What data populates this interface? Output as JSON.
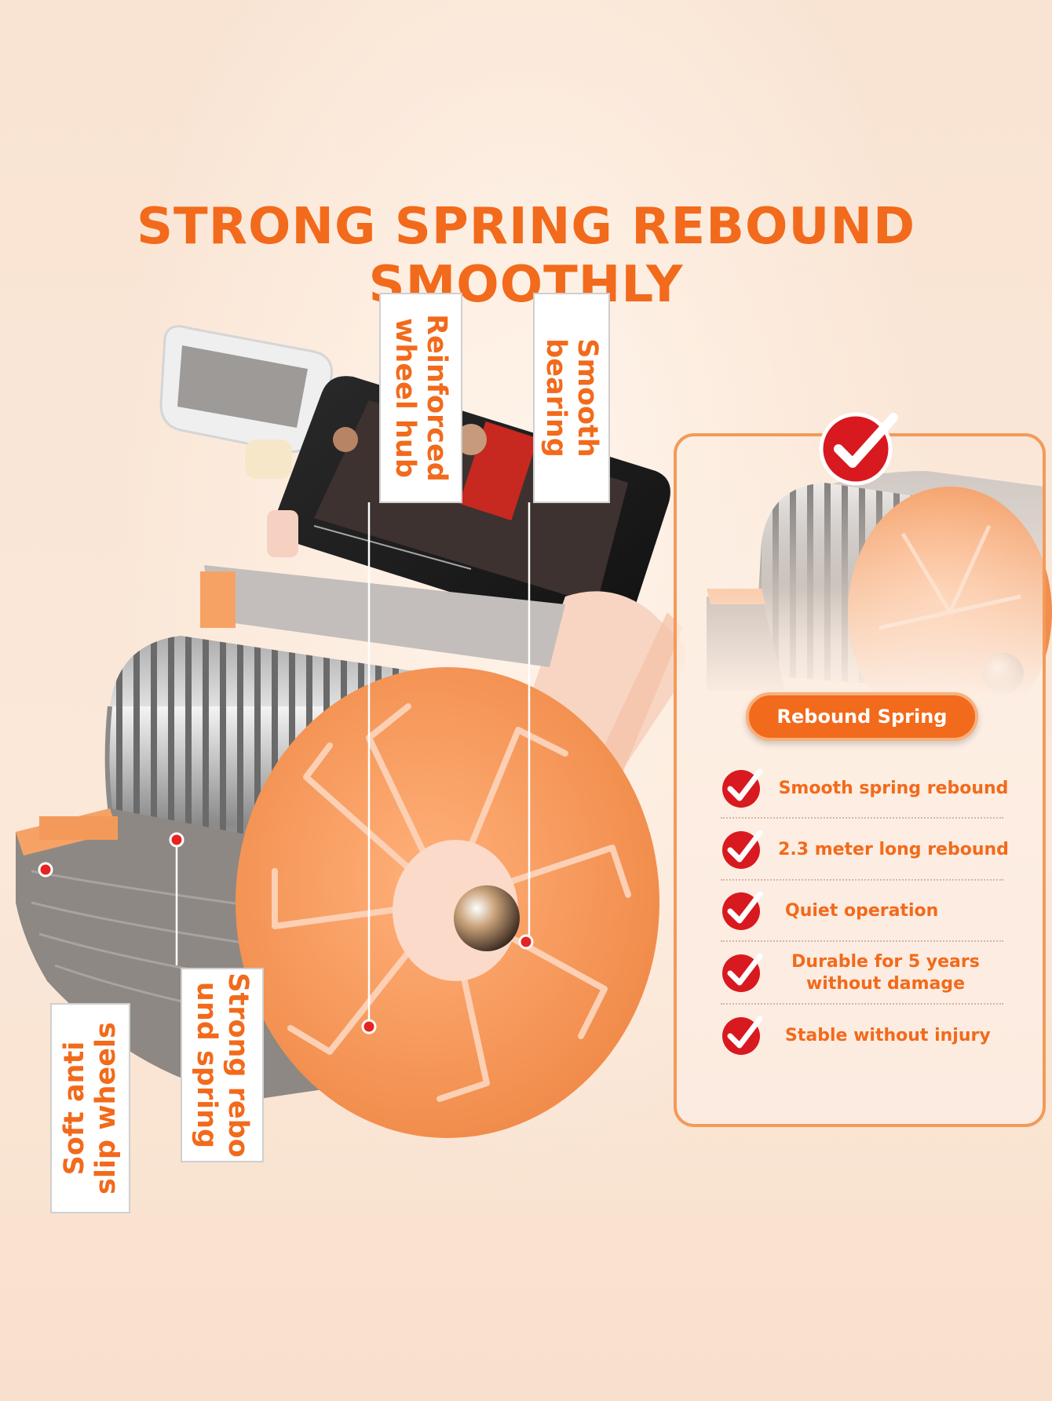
{
  "headline": "STRONG SPRING REBOUND SMOOTHLY",
  "callouts": {
    "reinforced_hub": "Reinforced\nwheel hub",
    "smooth_bearing": "Smooth\nbearing",
    "spring": "Strong rebo\nund spring",
    "anti_slip": "Soft anti\nslip wheels"
  },
  "panel": {
    "title": "Rebound Spring",
    "features": [
      "Smooth spring rebound",
      "2.3 meter long rebound",
      "Quiet operation",
      "Durable for 5 years\nwithout damage",
      "Stable without injury"
    ]
  },
  "colors": {
    "accent": "#f26a1b",
    "background": "#fae6d6",
    "check_red": "#d8191f"
  }
}
